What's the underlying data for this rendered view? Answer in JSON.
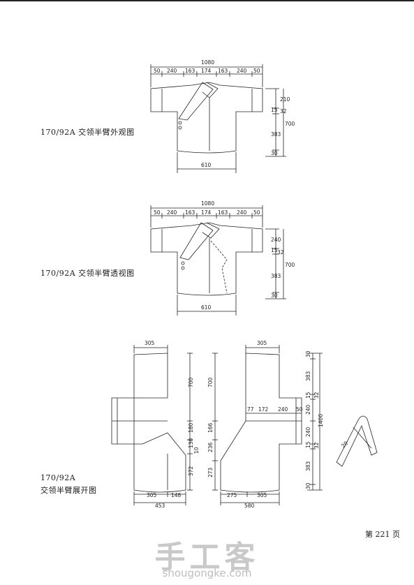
{
  "diagram1": {
    "label": "170/92A 交领半臂外观图",
    "dims": {
      "total": "1080",
      "segs": [
        "50",
        "240",
        "163",
        "174",
        "163",
        "240",
        "50"
      ],
      "hem": "610",
      "v1": "210",
      "v2": "15",
      "v3": "32",
      "v4": "383",
      "v5": "30",
      "vtotal": "700"
    }
  },
  "diagram2": {
    "label": "170/92A 交领半臂透视图",
    "dims": {
      "total": "1080",
      "segs": [
        "50",
        "240",
        "163",
        "174",
        "163",
        "240",
        "50"
      ],
      "hem": "610",
      "v1": "240",
      "v2": "15",
      "v3": "32",
      "v4": "383",
      "v5": "30",
      "vtotal": "700"
    }
  },
  "diagram3": {
    "label_line1": "170/92A",
    "label_line2": "交领半臂展开图",
    "left": {
      "top": "305",
      "v1": "700",
      "v2": "180",
      "v3": "130",
      "v4": "10",
      "v5": "372",
      "b1": "305",
      "b2": "148",
      "btotal": "453"
    },
    "middle": {
      "v1": "700",
      "v2": "166",
      "v3": "236",
      "v4": "273"
    },
    "right": {
      "top": "305",
      "sleeve": [
        "77",
        "172",
        "240",
        "50"
      ],
      "v": [
        "30",
        "383",
        "15",
        "32",
        "240",
        "240",
        "15",
        "32",
        "383",
        "30"
      ],
      "vtotal": "1400",
      "b1": "275",
      "b2": "305",
      "btotal": "580"
    },
    "collar_dim": "20"
  },
  "page_number": "第 221 页",
  "watermark": {
    "cn": "手工客",
    "url": "shougongke.com"
  }
}
